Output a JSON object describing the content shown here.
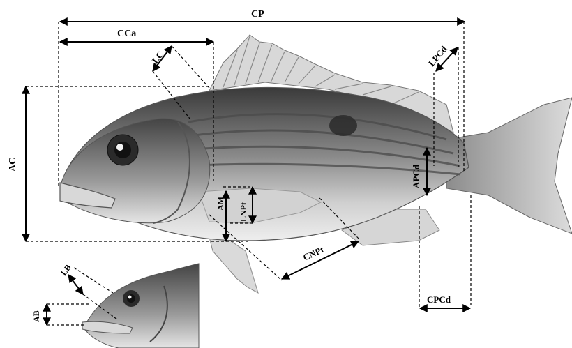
{
  "diagram": {
    "labels": {
      "cp": "CP",
      "cca": "CCa",
      "lc": "LC",
      "lpcd": "LPCd",
      "ac": "AC",
      "apcd": "APCd",
      "am": "AM",
      "lnpt": "LNPt",
      "cnpt": "CNPt",
      "cpcd": "CPCd",
      "lb": "LB",
      "ab": "AB"
    }
  }
}
